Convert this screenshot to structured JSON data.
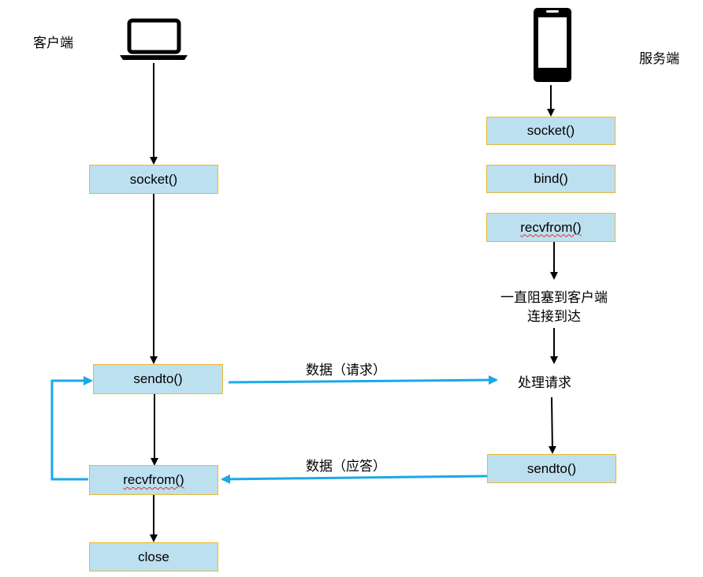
{
  "client": {
    "title": "客户端",
    "icon": "laptop-icon",
    "steps": [
      "socket()",
      "sendto()",
      "recvfrom()",
      "close"
    ]
  },
  "server": {
    "title": "服务端",
    "icon": "phone-icon",
    "steps": [
      "socket()",
      "bind()",
      "recvfrom()",
      "sendto()"
    ],
    "blocking_text_line1": "一直阻塞到客户端",
    "blocking_text_line2": "连接到达",
    "process_text": "处理请求"
  },
  "messages": {
    "request": "数据（请求）",
    "response": "数据（应答）"
  },
  "colors": {
    "box_fill": "#bde0f0",
    "box_border": "#e8b830",
    "flow_arrow": "#1aa9e8",
    "arrow": "#000000"
  }
}
